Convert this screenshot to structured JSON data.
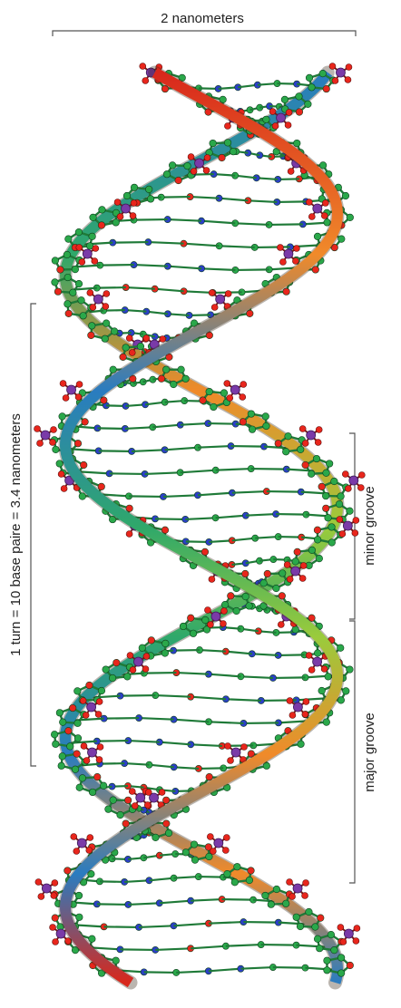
{
  "labels": {
    "width": "2 nanometers",
    "turn": "1 turn = 10 base paire = 3.4 nanometers",
    "minor_groove": "minor groove",
    "major_groove": "major groove"
  },
  "colors": {
    "background": "#ffffff",
    "carbon": "#2aa84a",
    "oxygen": "#e8261c",
    "nitrogen": "#2b3fc8",
    "phosphorus": "#7a3aa8",
    "backbone_gradient": [
      "#d8281c",
      "#f08a2a",
      "#9acb3c",
      "#2fa86a",
      "#2a7cc0"
    ]
  }
}
